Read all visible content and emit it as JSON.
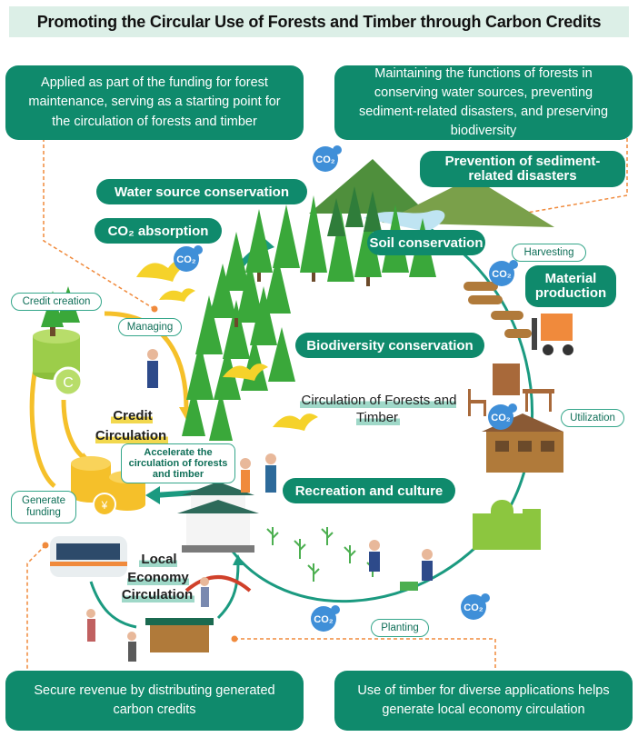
{
  "title": "Promoting the Circular Use of Forests and Timber through Carbon Credits",
  "callouts": {
    "top_left": "Applied as part of the funding for forest maintenance, serving as a starting point for the circulation of forests and timber",
    "top_right": "Maintaining the functions of forests in conserving water sources, preventing sediment-related disasters, and preserving biodiversity",
    "bottom_left": "Secure revenue by distributing generated carbon credits",
    "bottom_right": "Use of timber for diverse applications helps generate  local economy circulation"
  },
  "functions": {
    "water": "Water source conservation",
    "co2": "CO₂ absorption",
    "sediment": "Prevention of sediment-related disasters",
    "soil": "Soil conservation",
    "biodiversity": "Biodiversity conservation",
    "recreation": "Recreation and culture",
    "material": "Material production"
  },
  "stages": {
    "harvesting": "Harvesting",
    "utilization": "Utilization",
    "planting": "Planting",
    "managing": "Managing",
    "credit_creation": "Credit creation",
    "generate_funding": "Generate funding"
  },
  "circulations": {
    "forest_timber": "Circulation of Forests and Timber",
    "credit": "Credit Circulation",
    "local_economy": "Local Economy Circulation",
    "accelerate": "Accelerate the circulation of forests and timber"
  },
  "co2_label": "CO₂",
  "colors": {
    "accent": "#0f8a6c",
    "title_bg": "#dcefe7",
    "highlight_yellow": "#f2d84e",
    "arrow_yellow": "#f5c02a",
    "tree_green": "#3aa83a",
    "co2_blue": "#3f8fd8"
  }
}
